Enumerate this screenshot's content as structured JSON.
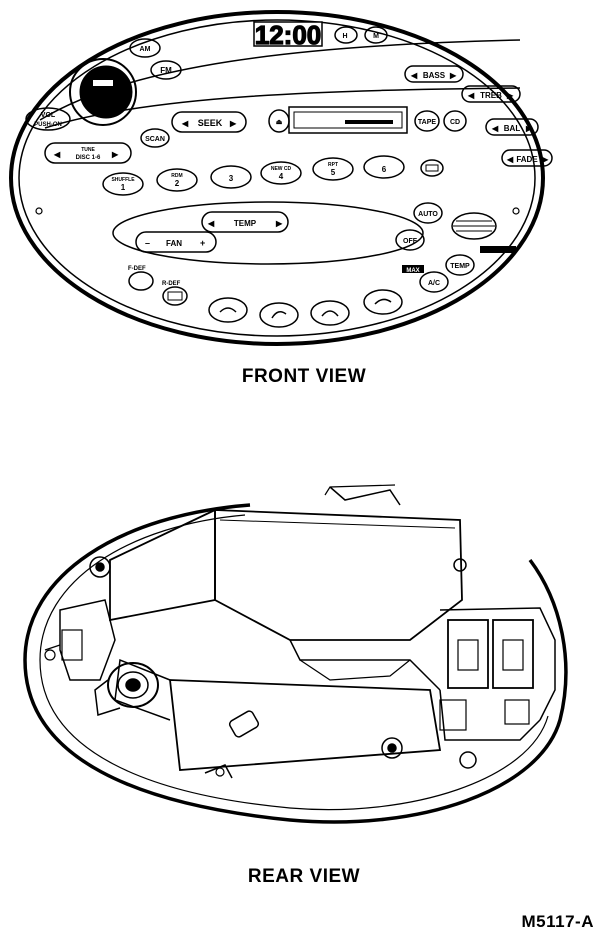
{
  "front": {
    "caption": "FRONT VIEW",
    "clock": "12:00",
    "labels": {
      "am": "AM",
      "fm": "FM",
      "vol": "VOL",
      "push_on": "PUSH-ON",
      "seek": "SEEK",
      "scan": "SCAN",
      "tune": "TUNE",
      "disc": "DISC 1-6",
      "bass": "BASS",
      "treb": "TREB",
      "bal": "BAL",
      "fade": "FADE",
      "tape": "TAPE",
      "cd": "CD",
      "shuffle": "SHUFFLE",
      "rdm": "RDM",
      "new_cd": "NEW CD",
      "rpt": "RPT",
      "temp": "TEMP",
      "fan": "FAN",
      "auto": "AUTO",
      "off": "OFF",
      "temp_btn": "TEMP",
      "ac": "A/C",
      "max": "MAX",
      "f_def": "F-DEF",
      "r_def": "R-DEF",
      "presets": [
        "1",
        "2",
        "3",
        "4",
        "5",
        "6"
      ]
    }
  },
  "rear": {
    "caption": "REAR VIEW"
  },
  "figure_id": "M5117-A",
  "colors": {
    "ink": "#000000",
    "paper": "#ffffff"
  }
}
